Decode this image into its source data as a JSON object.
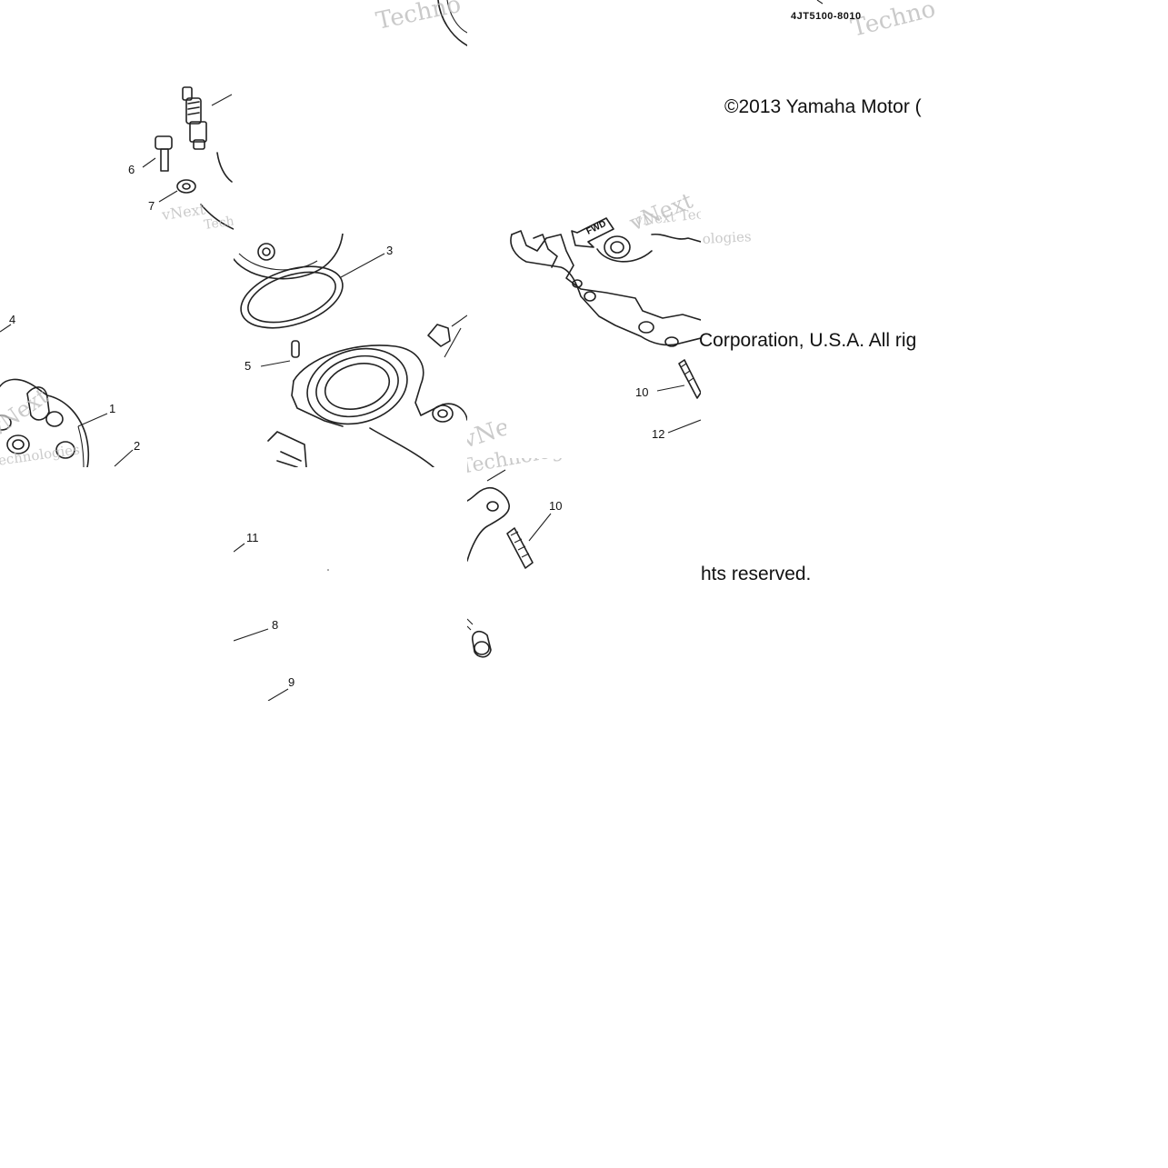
{
  "diagram": {
    "drawing_code": "4JT5100-8010",
    "copyright_fragments": [
      "©2013 Yamaha Motor (",
      "Corporation, U.S.A. All rig",
      "hts reserved."
    ],
    "fwd_label": "FWD",
    "watermark": {
      "line1": "vNext",
      "line2": "Technologies",
      "tech": "Techno"
    },
    "callouts": [
      "1",
      "2",
      "3",
      "4",
      "5",
      "6",
      "7",
      "8",
      "9",
      "10",
      "10",
      "11",
      "12"
    ]
  }
}
